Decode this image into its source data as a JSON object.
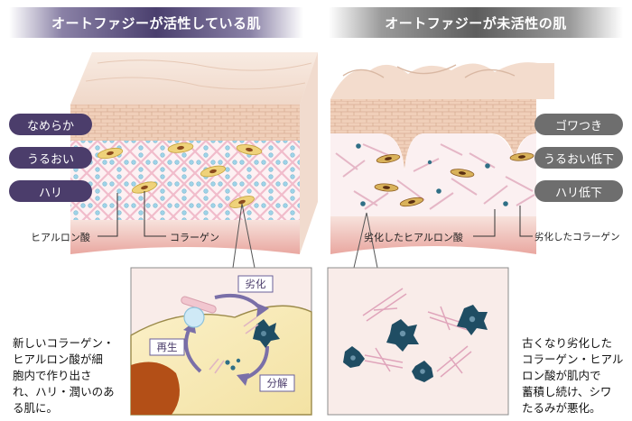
{
  "banners": {
    "left": "オートファジーが活性している肌",
    "right": "オートファジーが未活性の肌"
  },
  "left_pills": [
    "なめらか",
    "うるおい",
    "ハリ"
  ],
  "right_pills": [
    "ゴワつき",
    "うるおい低下",
    "ハリ低下"
  ],
  "labels": {
    "hyaluronic": "ヒアルロン酸",
    "collagen": "コラーゲン",
    "degraded_hyaluronic": "劣化したヒアルロン酸",
    "degraded_collagen": "劣化したコラーゲン"
  },
  "cycle": {
    "deterioration": "劣化",
    "decomposition": "分解",
    "regeneration": "再生"
  },
  "notes": {
    "left_lines": [
      "新しいコラーゲン・",
      "ヒアルロン酸が細",
      "胞内で作り出さ",
      "れ、ハリ・潤いのあ",
      "る肌に。"
    ],
    "right_lines": [
      "古くなり劣化した",
      "コラーゲン・ヒアル",
      "ロン酸が肌内で",
      "蓄積し続け、シワ",
      "たるみが悪化。"
    ]
  },
  "colors": {
    "purple": "#4b3d6b",
    "gray": "#6e6e6e",
    "skin": "#f2d9c9",
    "collagen_accent": "#e8c64a"
  }
}
